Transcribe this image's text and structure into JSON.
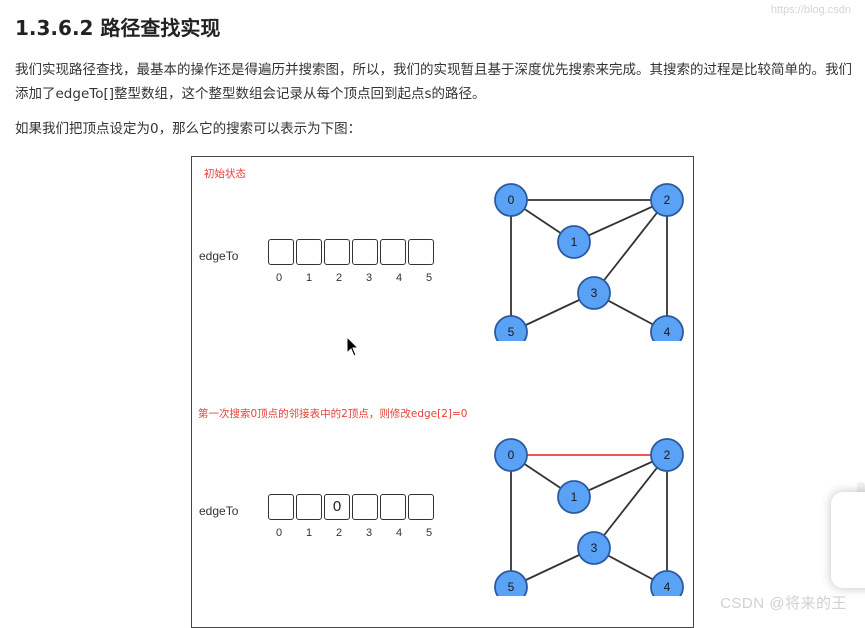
{
  "page": {
    "title": "1.3.6.2 路径查找实现",
    "watermark_top": "https://blog.csdn",
    "para1": "我们实现路径查找，最基本的操作还是得遍历并搜索图，所以，我们的实现暂且基于深度优先搜索来完成。其搜索的过程是比较简单的。我们添加了edgeTo[]整型数组，这个整型数组会记录从每个顶点回到起点s的路径。",
    "para2": "如果我们把顶点设定为0，那么它的搜索可以表示为下图：",
    "csdn_watermark": "CSDN @将来的王"
  },
  "figure": {
    "states": [
      {
        "label": "初始状态",
        "edge_label": "edgeTo",
        "cells": [
          "",
          "",
          "",
          "",
          "",
          ""
        ],
        "indices": [
          "0",
          "1",
          "2",
          "3",
          "4",
          "5"
        ],
        "highlight_edge": null
      },
      {
        "label": "第一次搜索0顶点的邻接表中的2顶点，则修改edge[2]=0",
        "edge_label": "edgeTo",
        "cells": [
          "",
          "",
          "0",
          "",
          "",
          ""
        ],
        "indices": [
          "0",
          "1",
          "2",
          "3",
          "4",
          "5"
        ],
        "highlight_edge": "0-2"
      }
    ],
    "graph": {
      "nodes": [
        "0",
        "1",
        "2",
        "3",
        "4",
        "5"
      ],
      "edges": [
        "0-2",
        "0-1",
        "0-5",
        "1-2",
        "2-3",
        "2-4",
        "3-4",
        "3-5"
      ]
    },
    "colors": {
      "node_fill": "#5aa2f5",
      "node_stroke": "#2c5aa0",
      "edge": "#333333",
      "highlight": "#e8413a",
      "label_red": "#e8413a"
    }
  }
}
